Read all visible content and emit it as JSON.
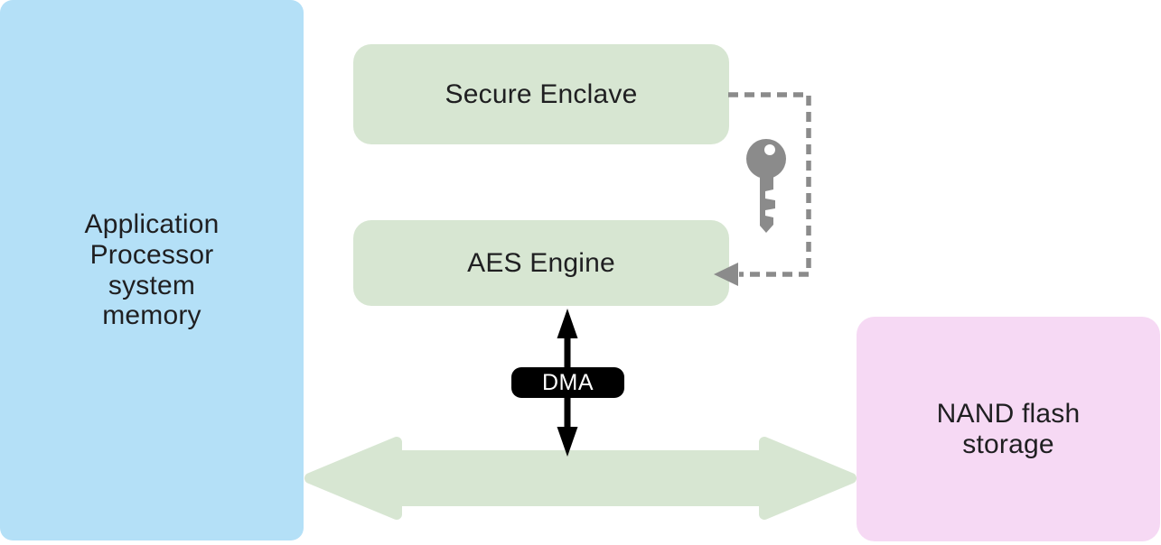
{
  "diagram": {
    "description": "Secure Enclave / AES Engine storage encryption architecture diagram",
    "nodes": {
      "app_memory": {
        "label": "Application\nProcessor\nsystem\nmemory"
      },
      "secure_enclave": {
        "label": "Secure Enclave"
      },
      "aes_engine": {
        "label": "AES Engine"
      },
      "nand_storage": {
        "label": "NAND flash\nstorage"
      },
      "dma_badge": {
        "label": "DMA"
      }
    },
    "connectors": {
      "key_path": {
        "style": "dashed",
        "from": "secure_enclave",
        "to": "aes_engine",
        "icon": "key-icon"
      },
      "dma_link": {
        "style": "solid-double-arrow",
        "from": "aes_engine",
        "to": "storage_bus"
      },
      "storage_bus": {
        "style": "wide-double-arrow",
        "from": "app_memory",
        "to": "nand_storage"
      }
    },
    "colors": {
      "background": "#ffffff",
      "memory_blue": "#b4e0f7",
      "enclave_green": "#d7e6d2",
      "bus_green": "#d7e6d2",
      "nand_pink": "#f6d9f4",
      "dash_gray": "#8b8b8b",
      "key_gray": "#8b8b8b",
      "dma_black": "#000000",
      "dma_text": "#ffffff",
      "label_text": "#1f1f21"
    }
  }
}
